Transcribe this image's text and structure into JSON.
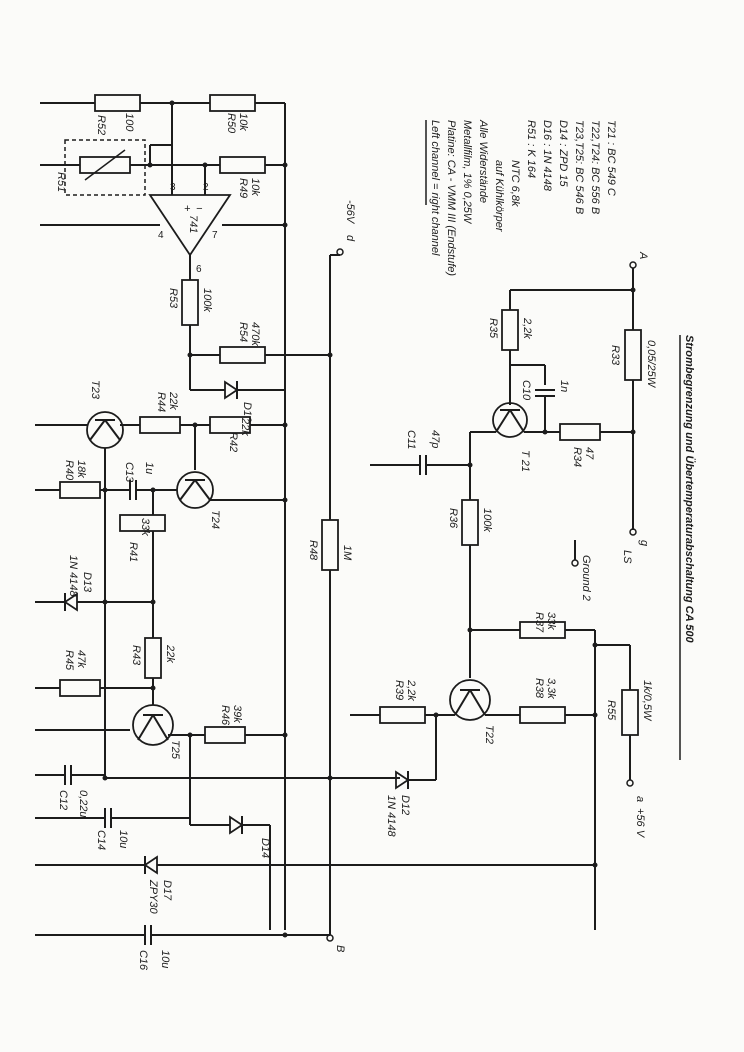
{
  "title": "Strombegrenzung und Übertemperaturabschaltung CA 500",
  "notes": [
    "T21 : BC 549 C",
    "T22,T24: BC 556 B",
    "T23,T25: BC 546 B",
    "D14 : ZPD 15",
    "D16 : 1N 4148",
    "R51 : K 164",
    "NTC 6,8k",
    "auf Kühlkörper",
    "Alle Widerstände",
    "Metallfilm, 1% 0,25W",
    "Platine: CA - VMM III (Endstufe)",
    "Left channel = right channel"
  ],
  "terminals": {
    "A": "A",
    "B": "B",
    "LS": "LS",
    "g": "g",
    "ground2": "Ground 2",
    "neg56": "-56V",
    "pos56": "+56 V",
    "neg56_d": "d",
    "pos56_a": "a"
  },
  "components": {
    "R33": {
      "ref": "R33",
      "value": "0,05/25W"
    },
    "R34": {
      "ref": "R34",
      "value": "47"
    },
    "R35": {
      "ref": "R35",
      "value": "2,2k"
    },
    "C10": {
      "ref": "C10",
      "value": "1n"
    },
    "T21": {
      "ref": "T 21"
    },
    "C11": {
      "ref": "C11",
      "value": "47p"
    },
    "R36": {
      "ref": "R36",
      "value": "100k"
    },
    "R37": {
      "ref": "R37",
      "value": "33k"
    },
    "R38": {
      "ref": "R38",
      "value": "3,3k"
    },
    "R55": {
      "ref": "R55",
      "value": "1k/0,5W"
    },
    "T22": {
      "ref": "T22"
    },
    "R39": {
      "ref": "R39",
      "value": "2,2k"
    },
    "D12": {
      "ref": "D12",
      "value": "1N 4148"
    },
    "R52": {
      "ref": "R52",
      "value": "100"
    },
    "R51": {
      "ref": "R51"
    },
    "R50": {
      "ref": "R50",
      "value": "10k"
    },
    "R49": {
      "ref": "R49",
      "value": "10k"
    },
    "IC": {
      "ref": "741"
    },
    "R53": {
      "ref": "R53",
      "value": "100k"
    },
    "R54": {
      "ref": "R54",
      "value": "470k"
    },
    "D16": {
      "ref": "D16"
    },
    "T23": {
      "ref": "T23"
    },
    "R44": {
      "ref": "R44",
      "value": "22k"
    },
    "R42": {
      "ref": "R42",
      "value": "22k"
    },
    "R40": {
      "ref": "R40",
      "value": "18k"
    },
    "C13": {
      "ref": "C13",
      "value": "1u"
    },
    "T24": {
      "ref": "T24"
    },
    "R41": {
      "ref": "R41",
      "value": "33k"
    },
    "D13": {
      "ref": "D13",
      "value": "1N 4148"
    },
    "R48": {
      "ref": "R48",
      "value": "1M"
    },
    "R43": {
      "ref": "R43",
      "value": "22k"
    },
    "R45": {
      "ref": "R45",
      "value": "47k"
    },
    "T25": {
      "ref": "T25"
    },
    "R46": {
      "ref": "R46",
      "value": "39k"
    },
    "C12": {
      "ref": "C12",
      "value": "0,22u"
    },
    "C14": {
      "ref": "C14",
      "value": "10u"
    },
    "D14": {
      "ref": "D14"
    },
    "D17": {
      "ref": "D17",
      "value": "ZPY30"
    },
    "C16": {
      "ref": "C16",
      "value": "10u"
    }
  },
  "opamp_pins": [
    "3",
    "2",
    "4",
    "7",
    "6"
  ]
}
